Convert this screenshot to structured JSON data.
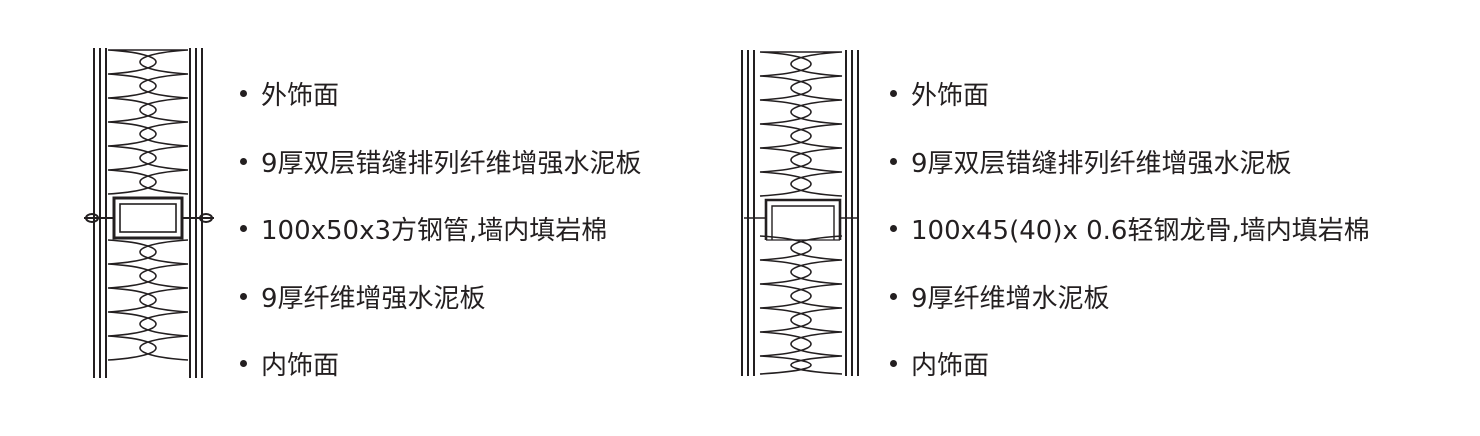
{
  "left": {
    "labels": [
      "外饰面",
      "9厚双层错缝排列纤维增强水泥板",
      "100x50x3方钢管,墙内填岩棉",
      "9厚纤维增强水泥板",
      "内饰面"
    ]
  },
  "right": {
    "labels": [
      "外饰面",
      "9厚双层错缝排列纤维增强水泥板",
      "100x45(40)x 0.6轻钢龙骨,墙内填岩棉",
      "9厚纤维增水泥板",
      "内饰面"
    ]
  },
  "colors": {
    "line": "#231f20",
    "text": "#231f20",
    "background": "#ffffff"
  }
}
